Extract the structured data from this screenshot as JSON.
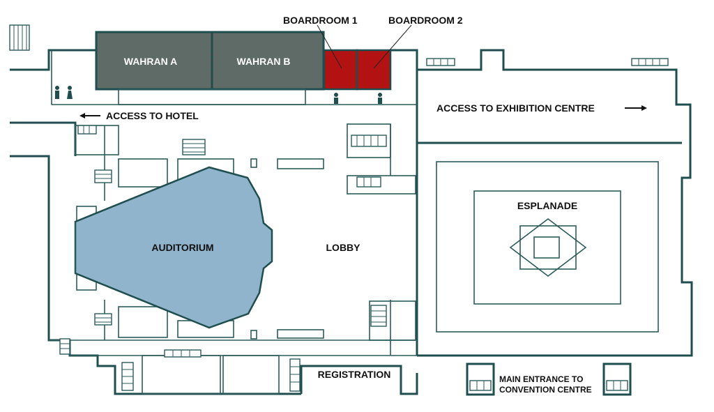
{
  "colors": {
    "wall": "#1f4e4e",
    "wahran": "#5f6b66",
    "boardroom": "#b31212",
    "auditorium": "#8fb4cc"
  },
  "rooms": {
    "wahran_a": "WAHRAN A",
    "wahran_b": "WAHRAN B",
    "boardroom_1": "BOARDROOM 1",
    "boardroom_2": "BOARDROOM 2",
    "auditorium": "AUDITORIUM",
    "lobby": "LOBBY",
    "esplanade": "ESPLANADE",
    "registration": "REGISTRATION"
  },
  "access": {
    "hotel": "ACCESS TO HOTEL",
    "exhibition": "ACCESS TO EXHIBITION CENTRE",
    "main_entrance_line1": "MAIN ENTRANCE TO",
    "main_entrance_line2": "CONVENTION CENTRE"
  },
  "icons": [
    "restroom-icon",
    "person-icon",
    "stairs-icon",
    "arrow-left-icon",
    "arrow-right-icon"
  ]
}
